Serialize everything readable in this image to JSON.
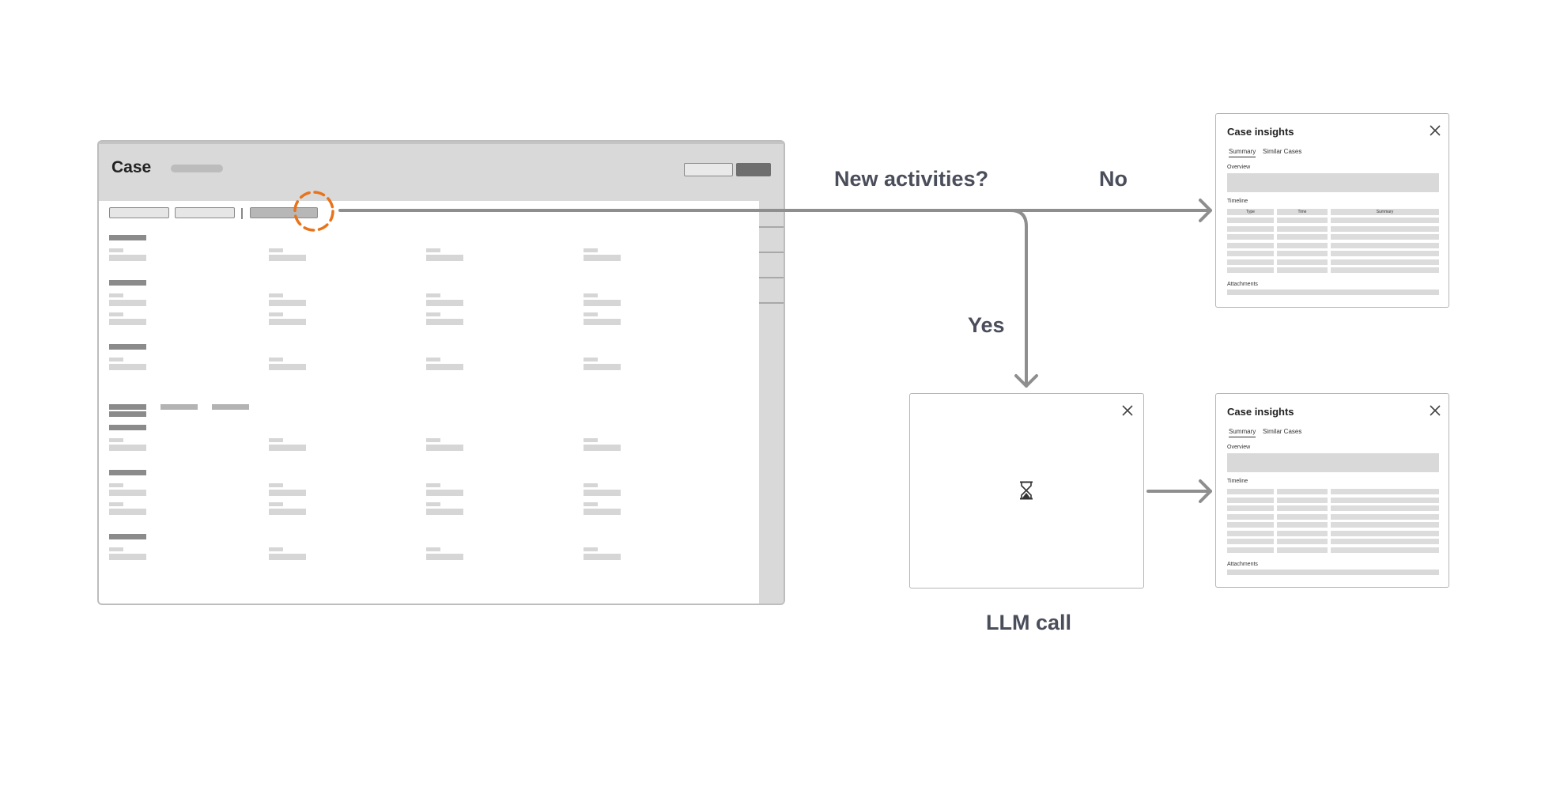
{
  "case_window": {
    "title": "Case"
  },
  "flow": {
    "question": "New activities?",
    "no_label": "No",
    "yes_label": "Yes",
    "llm_label": "LLM call",
    "highlight_color": "#e8731a",
    "arrow_color": "#8e8e8e"
  },
  "panels": [
    {
      "title": "Case insights",
      "tabs": [
        "Summary",
        "Similar Cases"
      ],
      "overview_label": "Overview",
      "timeline_label": "Timeline",
      "timeline_columns": [
        "Type",
        "Time",
        "Summary"
      ],
      "attachments_label": "Attachments"
    },
    {
      "title": "Case insights",
      "tabs": [
        "Summary",
        "Similar Cases"
      ],
      "overview_label": "Overview",
      "timeline_label": "Timeline",
      "attachments_label": "Attachments"
    }
  ],
  "loading_box": {
    "icon": "hourglass-icon",
    "close_icon": "close-icon"
  }
}
